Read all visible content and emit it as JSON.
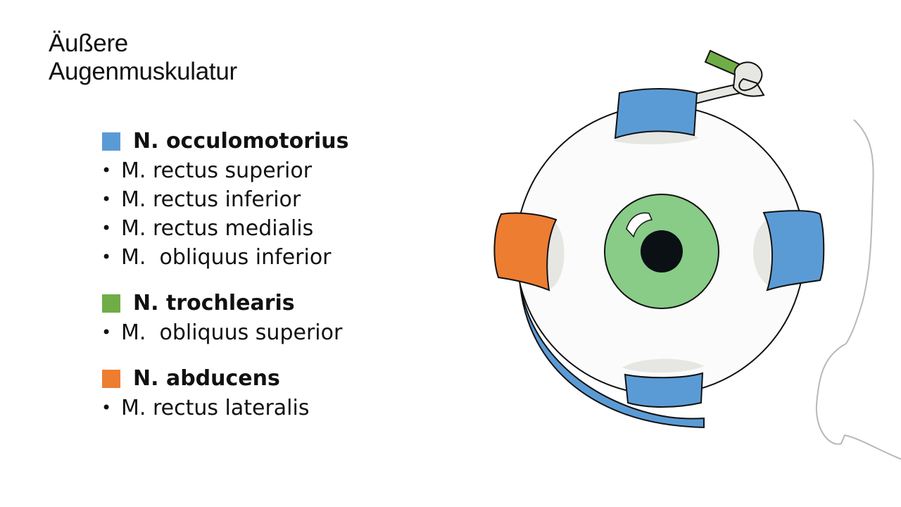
{
  "title": {
    "line1": "Äußere",
    "line2": "Augenmuskulatur"
  },
  "bullet_glyph": "•",
  "legend": [
    {
      "label": "N. occulomotorius",
      "color": "#5b9bd5",
      "items": [
        "M. rectus superior",
        "M. rectus inferior",
        "M. rectus medialis",
        "M.  obliquus inferior"
      ]
    },
    {
      "label": "N. trochlearis",
      "color": "#70ad47",
      "items": [
        "M.  obliquus superior"
      ]
    },
    {
      "label": "N. abducens",
      "color": "#ed7d31",
      "items": [
        "M. rectus lateralis"
      ]
    }
  ],
  "colors": {
    "blue": "#5b9bd5",
    "green": "#70ad47",
    "orange": "#ed7d31",
    "iris": "#88cc88",
    "pupil": "#0b1014",
    "sclera": "#fafbfa",
    "tendon": "#e6e6e3"
  }
}
